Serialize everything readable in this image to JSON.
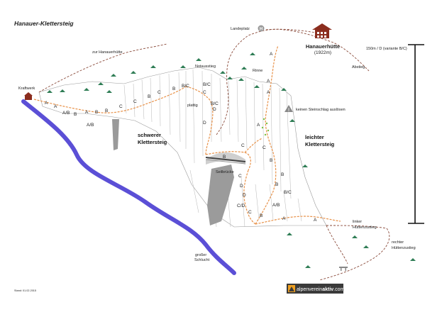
{
  "title": "Hanauer-Klettersteig",
  "footer_date": "Stand: 01.02.2015",
  "logo": {
    "prefix": "alpenverein",
    "suffix": "aktiv",
    "domain": ".com"
  },
  "places": {
    "landeplatz": "Landeplatz",
    "hut_name": "Hanauerhütte",
    "hut_altitude": "(1922m)",
    "abstieg": "Abstieg",
    "zur_hanauerhuette": "zur Hanauerhütte",
    "notausstieg": "Notausstieg",
    "rinne": "Rinne",
    "kraftwerk": "Kraftwerk",
    "plattig": "plattig",
    "seilbruecke": "Seilbrücke",
    "grosser_schlucht": [
      "großer",
      "Schlucht"
    ],
    "linker_huettenzustieg": [
      "linker",
      "Hüttenzustieg"
    ],
    "rechter_huettenzustieg": [
      "rechter",
      "Hüttenzustieg"
    ]
  },
  "sectors": {
    "schwerer": [
      "schwerer",
      "Klettersteig"
    ],
    "leichter": [
      "leichter",
      "Klettersteig"
    ]
  },
  "warning": {
    "text": "keinen Steinschlag auslösen",
    "icon": "warning-triangle-icon"
  },
  "scale": {
    "label": "150m / D (variante B/C)"
  },
  "colors": {
    "route": "#e8924a",
    "trail": "#8a4a3a",
    "river": "#5b4fd6",
    "tree": "#2f7d55",
    "hut": "#8b2d1e",
    "gray_slab": "#8f8f8f"
  },
  "grades": {
    "left": [
      "A",
      "A",
      "A/B",
      "B",
      "A/B",
      "A",
      "B",
      "B",
      "C",
      "C",
      "B",
      "C",
      "B",
      "B/C"
    ],
    "middle": [
      "B/C",
      "C",
      "B/C",
      "D",
      "D",
      "C",
      "B",
      "C",
      "D",
      "D",
      "C/D",
      "C",
      "B"
    ],
    "right": [
      "A",
      "A",
      "A",
      "A",
      "C",
      "B",
      "B",
      "B",
      "B/C",
      "A/B",
      "A",
      "A"
    ]
  }
}
